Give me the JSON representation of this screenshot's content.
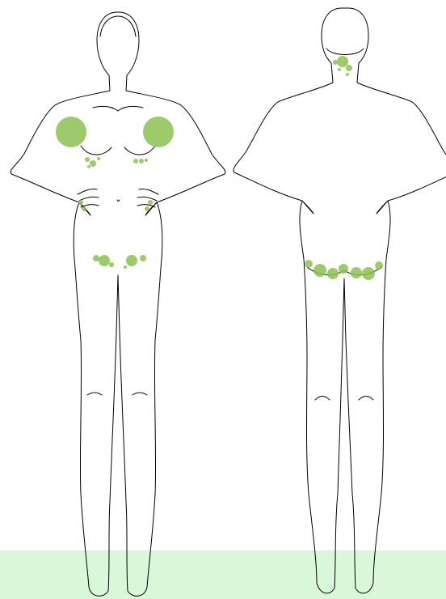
{
  "colors": {
    "background": "#ffffff",
    "ground": "#d9f7d9",
    "outline": "#000000",
    "highlight": "#8cc152"
  },
  "views": [
    {
      "id": "front",
      "highlight_areas": [
        "chest-left",
        "chest-right",
        "under-chest",
        "hands",
        "groin"
      ]
    },
    {
      "id": "back",
      "highlight_areas": [
        "nape",
        "lower-buttocks"
      ]
    }
  ]
}
